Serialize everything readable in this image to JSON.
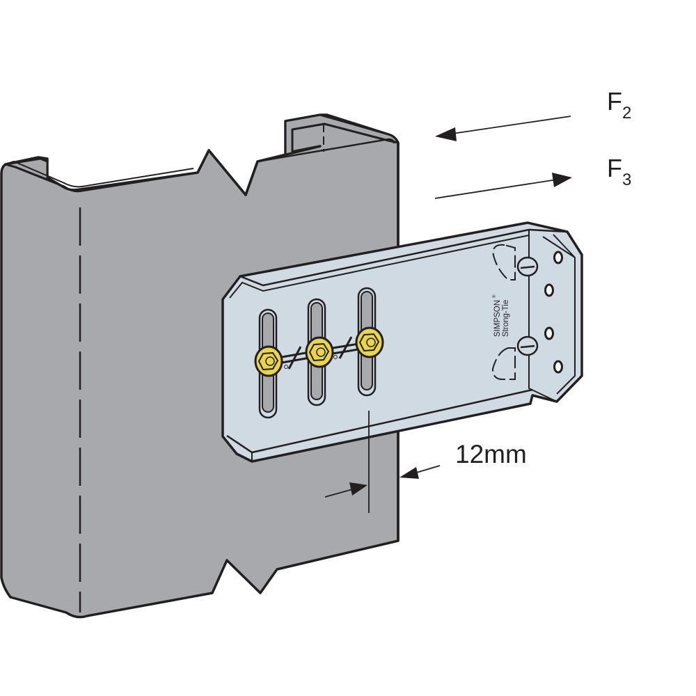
{
  "diagram": {
    "colors": {
      "stud": "#a7a9ac",
      "bracket": "#cfdae3",
      "bolt": "#e8d44d",
      "outline": "#231f20",
      "background": "#ffffff"
    },
    "forces": {
      "f2": {
        "letter": "F",
        "subscript": "2",
        "direction": "left"
      },
      "f3": {
        "letter": "F",
        "subscript": "3",
        "direction": "right"
      }
    },
    "dimension": {
      "label": "12mm"
    },
    "brand": {
      "line1": "SIMPSON",
      "line2": "Strong-Tie",
      "mark": "®"
    },
    "components": {
      "stud": "steel-c-stud",
      "bracket": "slotted-clip-angle",
      "fasteners": "hex-head-screws",
      "fastener_count": 3,
      "slot_count": 3,
      "round_hole_count": 4
    }
  }
}
